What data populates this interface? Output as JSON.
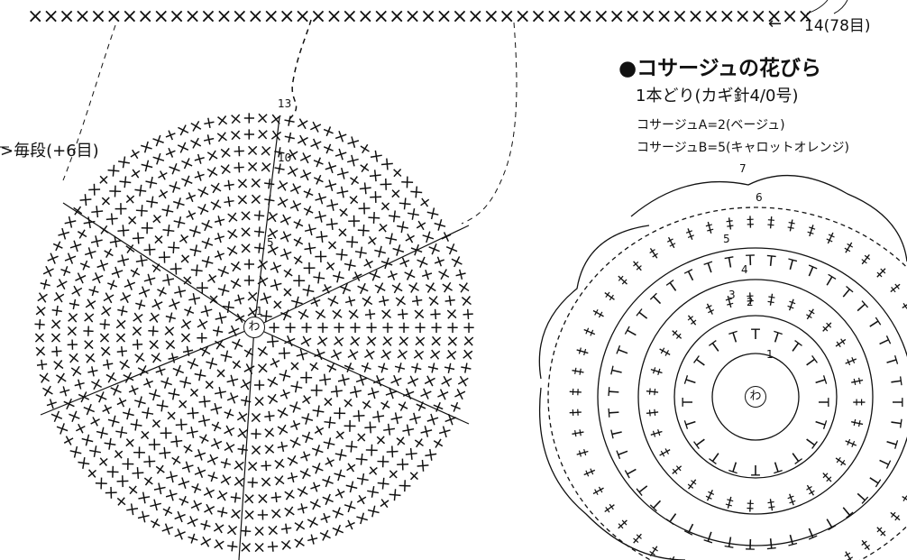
{
  "header": {
    "top_stitch_row": "××××××××××××××××××××××××××××××××××××××××××××××××××",
    "round_label": "14(78目)",
    "increase_note": "毎段(+6目)"
  },
  "corsage": {
    "title": "●コサージュの花びら",
    "subtitle": "1本どり(カギ針4/0号)",
    "color_a": "コサージュA=2(ベージュ)",
    "color_b": "コサージュB=5(キャロットオレンジ)"
  },
  "left_chart": {
    "center_symbol": "わ",
    "round_numbers": [
      "13",
      "10",
      "5",
      "1"
    ]
  },
  "right_chart": {
    "center_symbol": "わ",
    "round_numbers": [
      "7",
      "6",
      "5",
      "4",
      "3",
      "2",
      "1"
    ]
  }
}
